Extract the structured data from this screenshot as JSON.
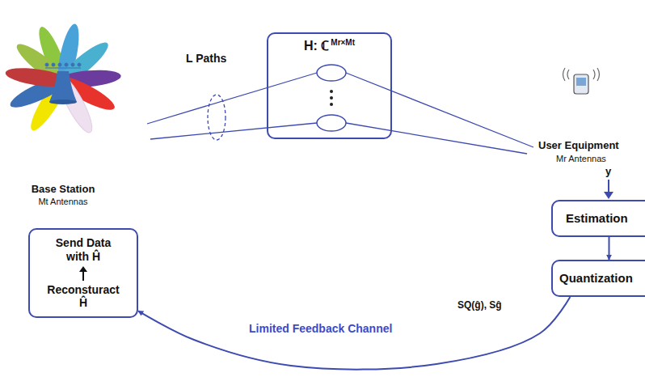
{
  "diagram": {
    "nodes": [
      {
        "text": [
          "H: ℂ",
          "Mr×Mt"
        ]
      },
      {
        "text": [
          "Send Data with Ĥ",
          "Reconsturact Ĥ"
        ]
      },
      {
        "text": [
          "Estimation"
        ]
      },
      {
        "text": [
          "Quantization"
        ]
      }
    ],
    "edges": [
      {
        "from": 2,
        "to": 3,
        "arrow": "to"
      },
      {
        "from": 3,
        "to": 1,
        "arrow": "to"
      }
    ],
    "labels": [
      "L Paths",
      "Base Station",
      "Mt Antennas",
      "User Equipment",
      "Mr Antennas",
      "y",
      "SQ(ĝ), Sĝ",
      "Limited Feedback Channel"
    ]
  }
}
